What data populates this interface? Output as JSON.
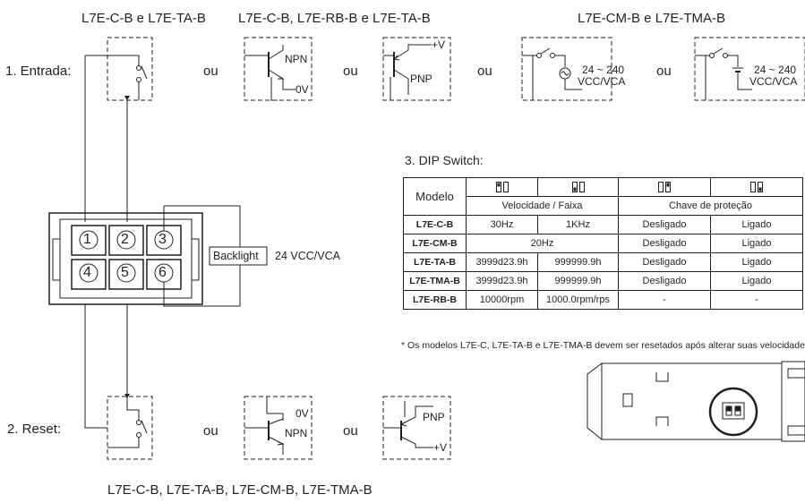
{
  "top_titles": {
    "group1": "L7E-C-B e L7E-TA-B",
    "group2": "L7E-C-B, L7E-RB-B e L7E-TA-B",
    "group3": "L7E-CM-B e L7E-TMA-B"
  },
  "input_section": {
    "label": "1. Entrada:",
    "or_word": "ou",
    "npn": "NPN",
    "pnp": "PNP",
    "zero_v": "0V",
    "plus_v": "+V",
    "ac_voltage_line1": "24 ~ 240",
    "ac_voltage_line2": "VCC/VCA"
  },
  "terminal_block": {
    "terminals": [
      "1",
      "2",
      "3",
      "4",
      "5",
      "6"
    ],
    "backlight_label": "Backlight",
    "backlight_voltage": "24 VCC/VCA"
  },
  "reset_section": {
    "label": "2. Reset:",
    "or_word": "ou",
    "npn": "NPN",
    "pnp": "PNP",
    "zero_v": "0V",
    "plus_v": "+V",
    "models_caption": "L7E-C-B, L7E-TA-B, L7E-CM-B, L7E-TMA-B"
  },
  "dip_switch": {
    "title": "3. DIP Switch:",
    "header": {
      "model": "Modelo",
      "speed_range": "Velocidade / Faixa",
      "protection_key": "Chave de proteção"
    },
    "rows": [
      {
        "model": "L7E-C-B",
        "c1": "30Hz",
        "c2": "1KHz",
        "c3": "Desligado",
        "c4": "Ligado"
      },
      {
        "model": "L7E-CM-B",
        "merged": "20Hz",
        "c3": "Desligado",
        "c4": "Ligado"
      },
      {
        "model": "L7E-TA-B",
        "c1": "3999d23.9h",
        "c2": "999999.9h",
        "c3": "Desligado",
        "c4": "Ligado"
      },
      {
        "model": "L7E-TMA-B",
        "c1": "3999d23.9h",
        "c2": "999999.9h",
        "c3": "Desligado",
        "c4": "Ligado"
      },
      {
        "model": "L7E-RB-B",
        "c1": "10000rpm",
        "c2": "1000.0rpm/rps",
        "c3": "-",
        "c4": "-"
      }
    ],
    "footnote": "* Os modelos L7E-C, L7E-TA-B e L7E-TMA-B devem ser resetados após alterar suas velocidade"
  }
}
